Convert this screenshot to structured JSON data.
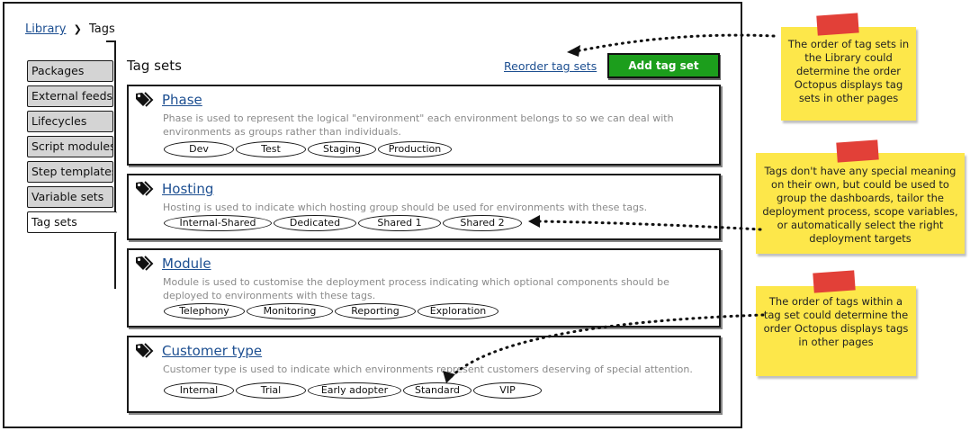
{
  "breadcrumb": {
    "library": "Library",
    "separator": "❯",
    "current": "Tags"
  },
  "sidebar": {
    "items": [
      {
        "label": "Packages"
      },
      {
        "label": "External feeds"
      },
      {
        "label": "Lifecycles"
      },
      {
        "label": "Script modules"
      },
      {
        "label": "Step templates"
      },
      {
        "label": "Variable sets"
      },
      {
        "label": "Tag sets"
      }
    ],
    "active": "Tag sets"
  },
  "main": {
    "title": "Tag sets",
    "reorder_label": "Reorder tag sets",
    "add_label": "Add tag set"
  },
  "tag_sets": [
    {
      "name": "Phase",
      "description": "Phase is used to represent the logical \"environment\" each environment belongs to so we can deal with environments as groups rather than individuals.",
      "tags": [
        "Dev",
        "Test",
        "Staging",
        "Production"
      ]
    },
    {
      "name": "Hosting",
      "description": "Hosting is used to indicate which hosting group should be used for environments with these tags.",
      "tags": [
        "Internal-Shared",
        "Dedicated",
        "Shared 1",
        "Shared 2"
      ]
    },
    {
      "name": "Module",
      "description": "Module is used to customise the deployment process indicating which optional components should be deployed to environments with these tags.",
      "tags": [
        "Telephony",
        "Monitoring",
        "Reporting",
        "Exploration"
      ]
    },
    {
      "name": "Customer type",
      "description": "Customer type is used to indicate which environments represent customers deserving of special attention.",
      "tags": [
        "Internal",
        "Trial",
        "Early adopter",
        "Standard",
        "VIP"
      ]
    }
  ],
  "notes": [
    {
      "text": "The order of tag sets in the Library could determine the order Octopus displays tag sets in other pages"
    },
    {
      "text": "Tags don't have any special meaning on their own, but could be used to group the dashboards, tailor the deployment process, scope variables, or automatically select the right deployment targets"
    },
    {
      "text": "The order of tags within a tag set could determine the order Octopus displays tags in other pages"
    }
  ],
  "colors": {
    "link": "#1d4f91",
    "add_button": "#1c9e1c",
    "sidebar_inactive": "#d4d4d4",
    "note": "#fde74a",
    "tape": "#e24038"
  },
  "icons": {
    "tag_set": "tag-icon",
    "breadcrumb_separator": "chevron-right-icon"
  }
}
